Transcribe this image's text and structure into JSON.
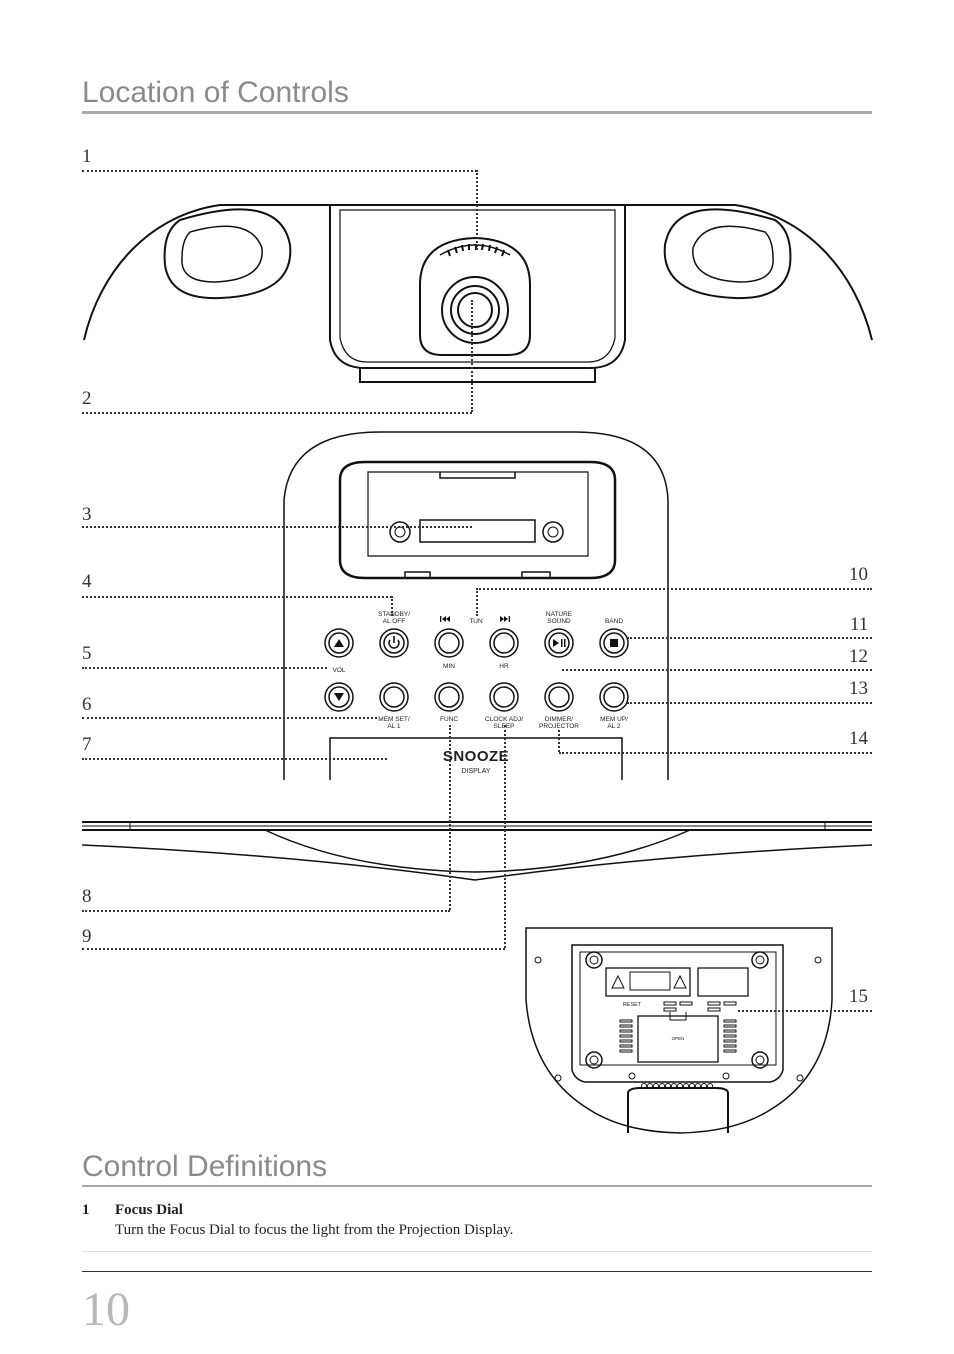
{
  "section1": {
    "title": "Location of Controls"
  },
  "callouts": [
    "1",
    "2",
    "3",
    "4",
    "5",
    "6",
    "7",
    "8",
    "9",
    "10",
    "11",
    "12",
    "13",
    "14",
    "15"
  ],
  "device": {
    "labels": {
      "standby": [
        "STANDBY/",
        "AL OFF"
      ],
      "tun": "TUN",
      "nature": [
        "NATURE",
        "SOUND"
      ],
      "band": "BAND",
      "vol": "VOL",
      "min": "MIN",
      "hr": "HR",
      "mem_set": [
        "MEM SET/",
        "AL 1"
      ],
      "func": "FUNC",
      "clock": [
        "CLOCK ADJ/",
        "SLEEP"
      ],
      "dimmer": [
        "DIMMER/",
        "PROJECTOR"
      ],
      "mem_up": [
        "MEM UP/",
        "AL 2"
      ],
      "snooze": "SNOOZE",
      "display": "DISPLAY",
      "reset": "RESET",
      "open": "OPEN"
    }
  },
  "section2": {
    "title": "Control Definitions"
  },
  "definitions": [
    {
      "number": "1",
      "title": "Focus Dial",
      "text": "Turn the Focus Dial to focus the light from the Projection Display."
    }
  ],
  "footer": {
    "page_number": "10"
  }
}
